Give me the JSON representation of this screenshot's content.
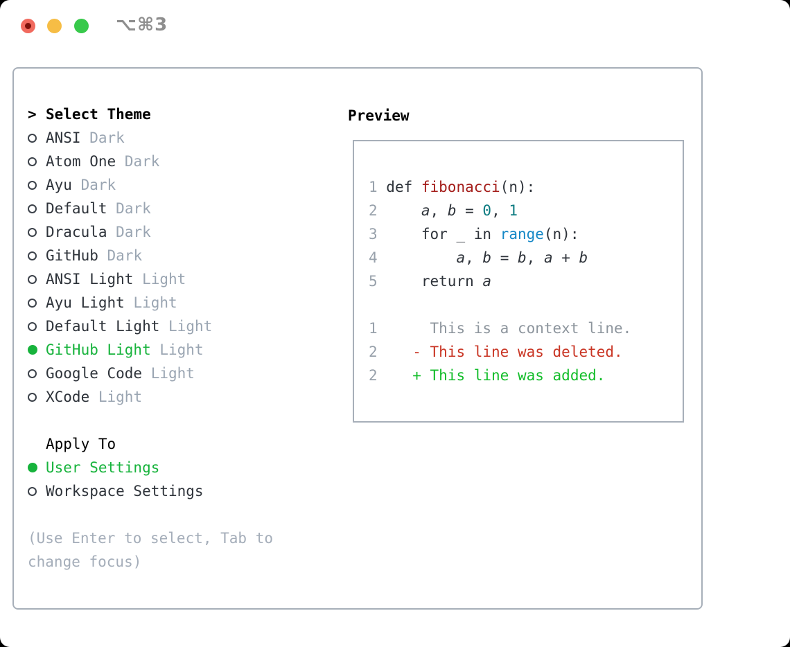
{
  "titlebar": {
    "shortcut": "⌥⌘3"
  },
  "theme_picker": {
    "prompt": ">",
    "title": "Select Theme",
    "items": [
      {
        "name": "ANSI",
        "tag": "Dark",
        "selected": false
      },
      {
        "name": "Atom One",
        "tag": "Dark",
        "selected": false
      },
      {
        "name": "Ayu",
        "tag": "Dark",
        "selected": false
      },
      {
        "name": "Default",
        "tag": "Dark",
        "selected": false
      },
      {
        "name": "Dracula",
        "tag": "Dark",
        "selected": false
      },
      {
        "name": "GitHub",
        "tag": "Dark",
        "selected": false
      },
      {
        "name": "ANSI Light",
        "tag": "Light",
        "selected": false
      },
      {
        "name": "Ayu Light",
        "tag": "Light",
        "selected": false
      },
      {
        "name": "Default Light",
        "tag": "Light",
        "selected": false
      },
      {
        "name": "GitHub Light",
        "tag": "Light",
        "selected": true
      },
      {
        "name": "Google Code",
        "tag": "Light",
        "selected": false
      },
      {
        "name": "XCode",
        "tag": "Light",
        "selected": false
      }
    ],
    "apply_to": {
      "title": "Apply To",
      "options": [
        {
          "name": "User Settings",
          "selected": true
        },
        {
          "name": "Workspace Settings",
          "selected": false
        }
      ]
    },
    "hint": "(Use Enter to select, Tab to change focus)"
  },
  "preview": {
    "title": "Preview",
    "code_lines": [
      {
        "num": "1",
        "segments": [
          {
            "text": "def "
          },
          {
            "text": "fibonacci",
            "color": "func"
          },
          {
            "text": "(n):"
          }
        ]
      },
      {
        "num": "2",
        "segments": [
          {
            "text": "    "
          },
          {
            "text": "a",
            "italic": true
          },
          {
            "text": ", "
          },
          {
            "text": "b",
            "italic": true
          },
          {
            "text": " = "
          },
          {
            "text": "0",
            "color": "number"
          },
          {
            "text": ", "
          },
          {
            "text": "1",
            "color": "number"
          }
        ]
      },
      {
        "num": "3",
        "segments": [
          {
            "text": "    for _ in "
          },
          {
            "text": "range",
            "color": "builtin"
          },
          {
            "text": "(n):"
          }
        ]
      },
      {
        "num": "4",
        "segments": [
          {
            "text": "        "
          },
          {
            "text": "a",
            "italic": true
          },
          {
            "text": ", "
          },
          {
            "text": "b",
            "italic": true
          },
          {
            "text": " = "
          },
          {
            "text": "b",
            "italic": true
          },
          {
            "text": ", "
          },
          {
            "text": "a",
            "italic": true
          },
          {
            "text": " + "
          },
          {
            "text": "b",
            "italic": true
          }
        ]
      },
      {
        "num": "5",
        "segments": [
          {
            "text": "    return "
          },
          {
            "text": "a",
            "italic": true
          }
        ]
      }
    ],
    "diff_lines": [
      {
        "num": "1",
        "sign": " ",
        "text": "This is a context line.",
        "type": "context"
      },
      {
        "num": "2",
        "sign": "-",
        "text": "This line was deleted.",
        "type": "deleted"
      },
      {
        "num": "2",
        "sign": "+",
        "text": "This line was added.",
        "type": "added"
      }
    ]
  },
  "colors": {
    "selected_green": "#17b33c",
    "diff_added_green": "#13bd2a",
    "diff_deleted_red": "#c93524",
    "function_red": "#a41d1a",
    "builtin_blue": "#1487c6",
    "number_teal": "#0c7b81",
    "text_dark": "#2e333a",
    "variant_tag_gray": "#9aa5b2",
    "line_number_gray": "#98a1ab",
    "context_gray": "#8d959d",
    "hint_gray": "#a4adb9",
    "panel_border_gray": "#a7afb9",
    "traffic_red": "#f16a5e",
    "traffic_red_dot": "#7e120b",
    "traffic_yellow": "#f6bd45",
    "traffic_green": "#38c94b",
    "shortcut_gray": "#8e8e8e"
  }
}
